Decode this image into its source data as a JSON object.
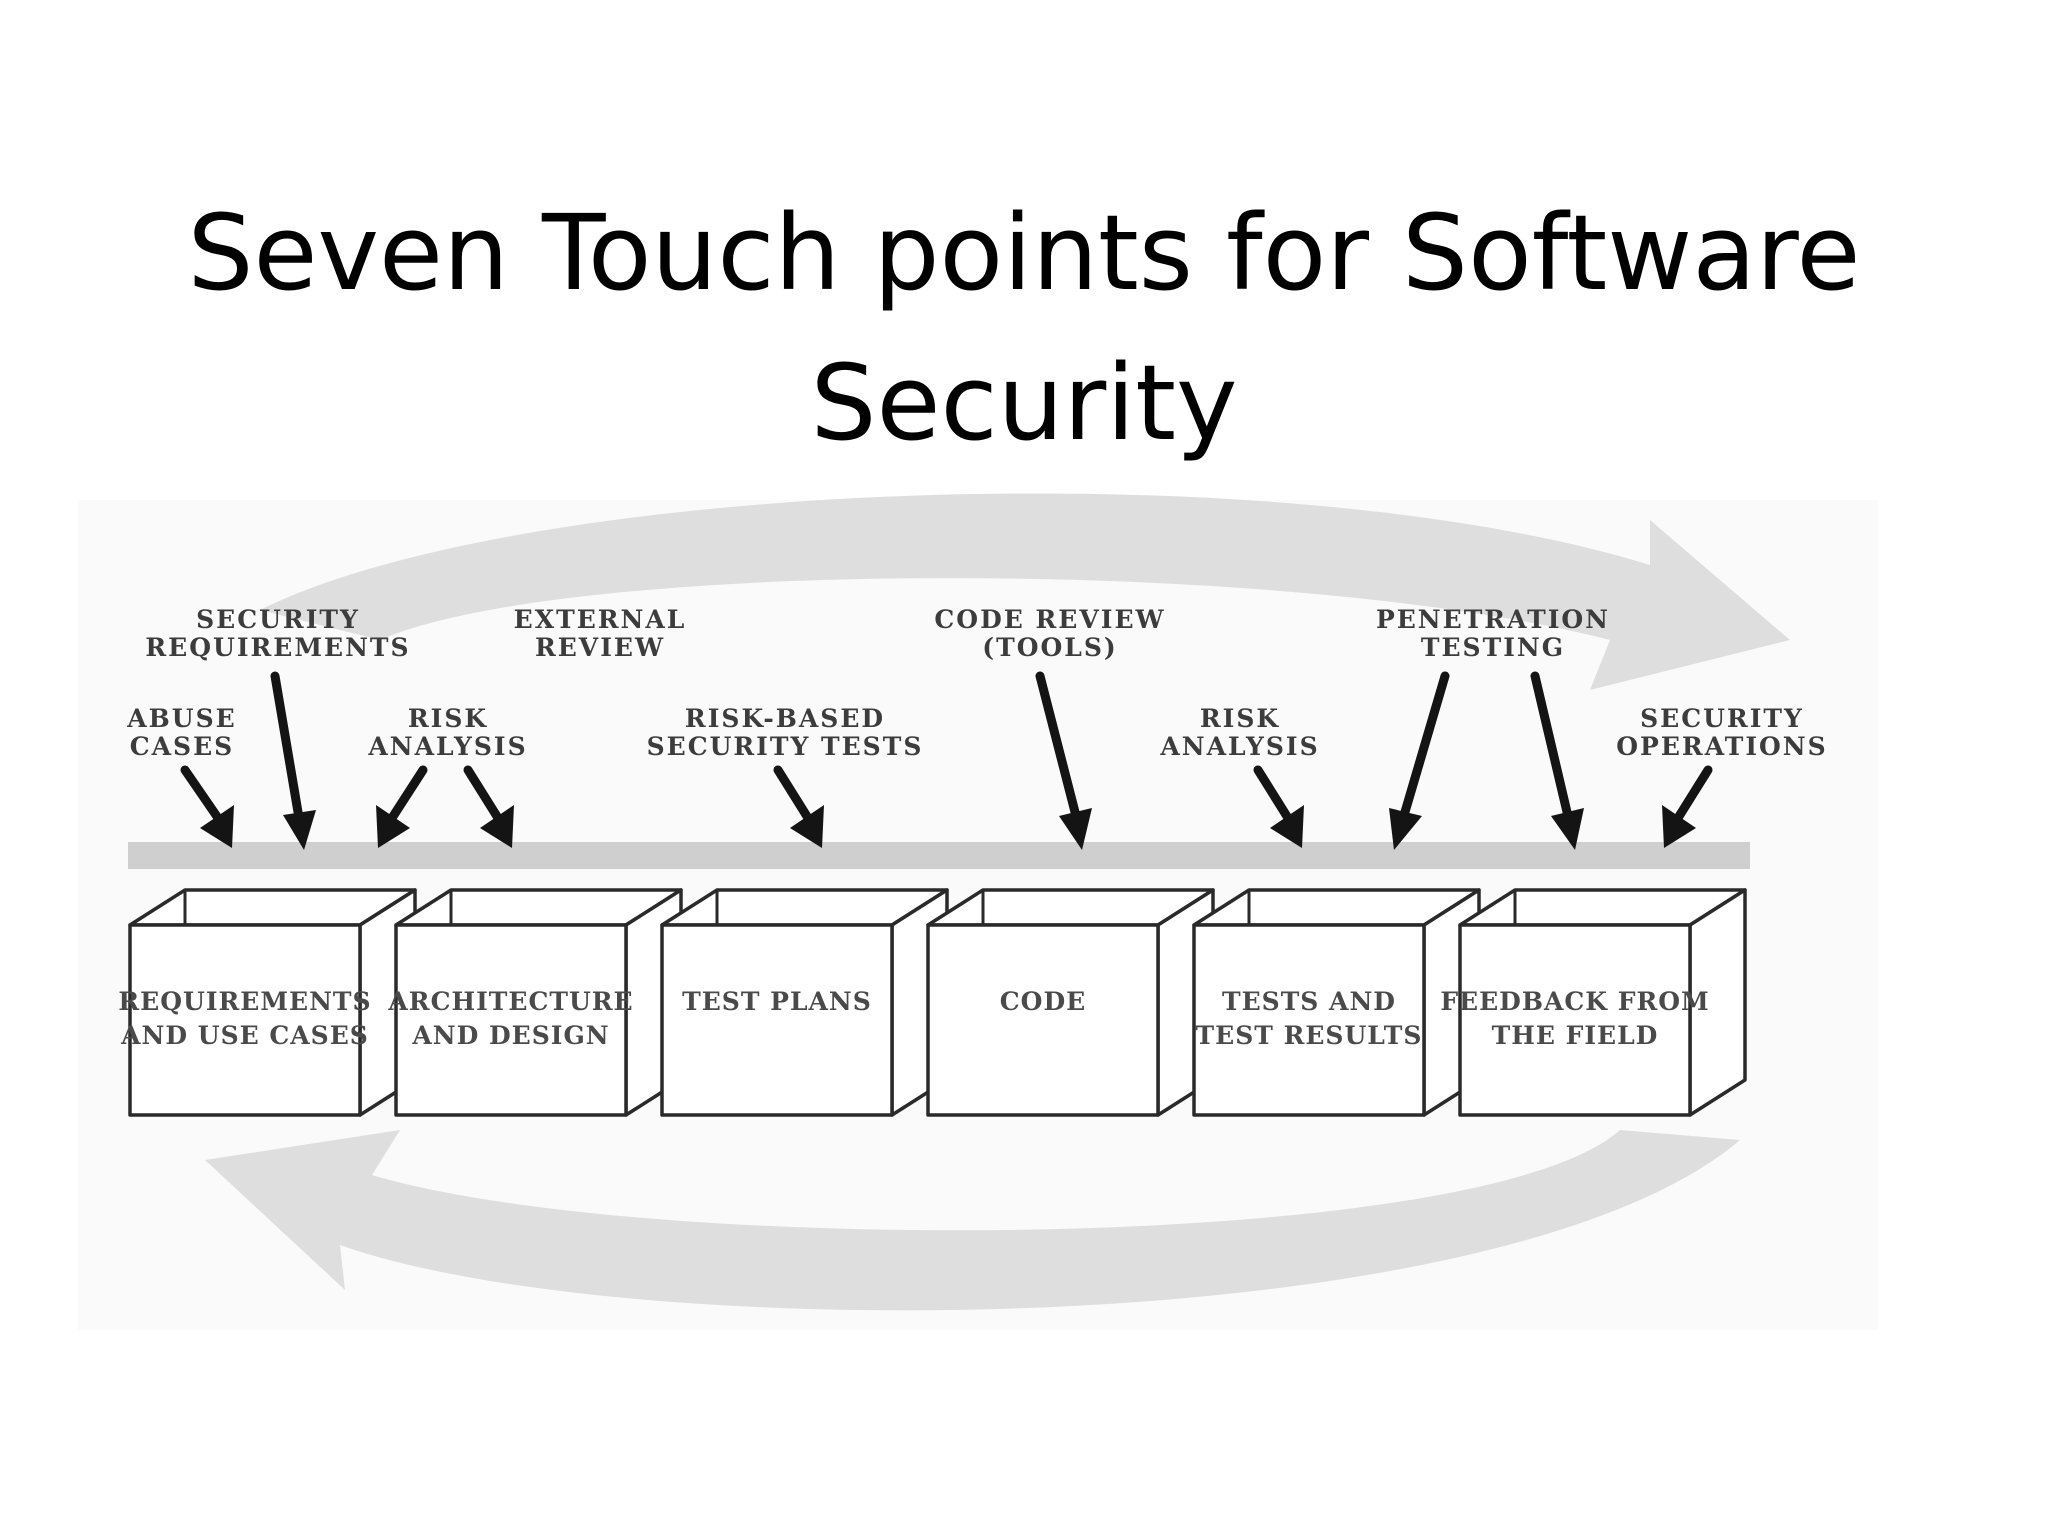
{
  "title": {
    "line1": "Seven Touch points for Software",
    "line2": "Security"
  },
  "labels": {
    "security_requirements": [
      "SECURITY",
      "REQUIREMENTS"
    ],
    "external_review": [
      "EXTERNAL",
      "REVIEW"
    ],
    "code_review": [
      "CODE REVIEW",
      "(TOOLS)"
    ],
    "penetration_testing": [
      "PENETRATION",
      "TESTING"
    ],
    "abuse_cases": [
      "ABUSE",
      "CASES"
    ],
    "risk_analysis_1": [
      "RISK",
      "ANALYSIS"
    ],
    "risk_based_tests": [
      "RISK-BASED",
      "SECURITY TESTS"
    ],
    "risk_analysis_2": [
      "RISK",
      "ANALYSIS"
    ],
    "security_operations": [
      "SECURITY",
      "OPERATIONS"
    ]
  },
  "boxes": [
    [
      "REQUIREMENTS",
      "AND USE CASES"
    ],
    [
      "ARCHITECTURE",
      "AND DESIGN"
    ],
    [
      "TEST PLANS"
    ],
    [
      "CODE"
    ],
    [
      "TESTS AND",
      "TEST RESULTS"
    ],
    [
      "FEEDBACK FROM",
      "THE FIELD"
    ]
  ],
  "colors": {
    "cycle_arrow": "#dedede",
    "bar": "#cfcfcf",
    "arrow": "#141414"
  }
}
